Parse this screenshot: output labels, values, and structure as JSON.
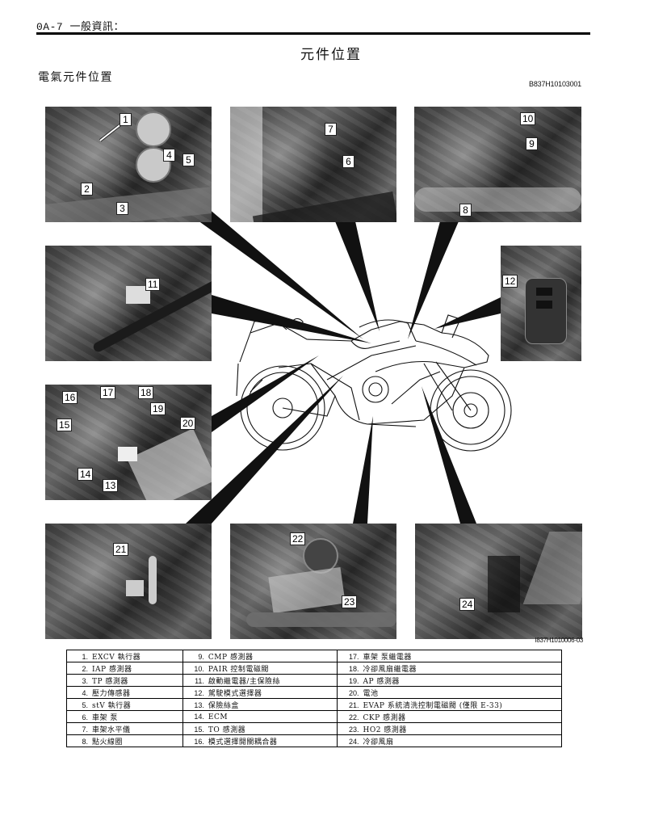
{
  "header": {
    "page_ref": "0A-7 一般資訊：",
    "title": "元件位置",
    "section": "電氣元件位置",
    "figure_code_top": "B837H10103001",
    "figure_code_bottom": "I837H1010006-03"
  },
  "photos": [
    {
      "id": "photo-throttle-body",
      "callouts": [
        "1",
        "2",
        "3",
        "4",
        "5"
      ]
    },
    {
      "id": "photo-fuel-pump-area",
      "callouts": [
        "7",
        "6"
      ]
    },
    {
      "id": "photo-ignition-coils",
      "callouts": [
        "10",
        "9",
        "8"
      ]
    },
    {
      "id": "photo-starter-relay",
      "callouts": [
        "11"
      ]
    },
    {
      "id": "photo-handlebar-switch",
      "callouts": [
        "12"
      ]
    },
    {
      "id": "photo-under-seat",
      "callouts": [
        "16",
        "17",
        "18",
        "19",
        "15",
        "20",
        "14",
        "13"
      ]
    },
    {
      "id": "photo-evap-valve",
      "callouts": [
        "21"
      ]
    },
    {
      "id": "photo-ckp-ho2",
      "callouts": [
        "22",
        "23"
      ]
    },
    {
      "id": "photo-cooling-fan",
      "callouts": [
        "24"
      ]
    }
  ],
  "legend": {
    "col1": [
      {
        "num": "1.",
        "label": "EXCV 執行器"
      },
      {
        "num": "2.",
        "label": "IAP 感測器"
      },
      {
        "num": "3.",
        "label": "TP 感測器"
      },
      {
        "num": "4.",
        "label": "壓力傳感器"
      },
      {
        "num": "5.",
        "label": "stV 執行器"
      },
      {
        "num": "6.",
        "label": "車架 泵"
      },
      {
        "num": "7.",
        "label": "車架水平儀"
      },
      {
        "num": "8.",
        "label": "點火線圈"
      }
    ],
    "col2": [
      {
        "num": "9.",
        "label": "CMP 感測器"
      },
      {
        "num": "10.",
        "label": "PAIR 控制電磁閥"
      },
      {
        "num": "11.",
        "label": "啟動繼電器/主保險絲"
      },
      {
        "num": "12.",
        "label": "駕駛模式選擇器"
      },
      {
        "num": "13.",
        "label": "保險絲盒"
      },
      {
        "num": "14.",
        "label": "ECM"
      },
      {
        "num": "15.",
        "label": "TO 感測器"
      },
      {
        "num": "16.",
        "label": "模式選擇開關耦合器"
      }
    ],
    "col3": [
      {
        "num": "17.",
        "label": "車架 泵繼電器"
      },
      {
        "num": "18.",
        "label": "冷卻風扇繼電器"
      },
      {
        "num": "19.",
        "label": "AP 感測器"
      },
      {
        "num": "20.",
        "label": "電池"
      },
      {
        "num": "21.",
        "label": "EVAP 系統清洗控制電磁閥 (僅限 E-33)"
      },
      {
        "num": "22.",
        "label": "CKP 感測器"
      },
      {
        "num": "23.",
        "label": "HO2 感測器"
      },
      {
        "num": "24.",
        "label": "冷卻風扇"
      }
    ]
  }
}
